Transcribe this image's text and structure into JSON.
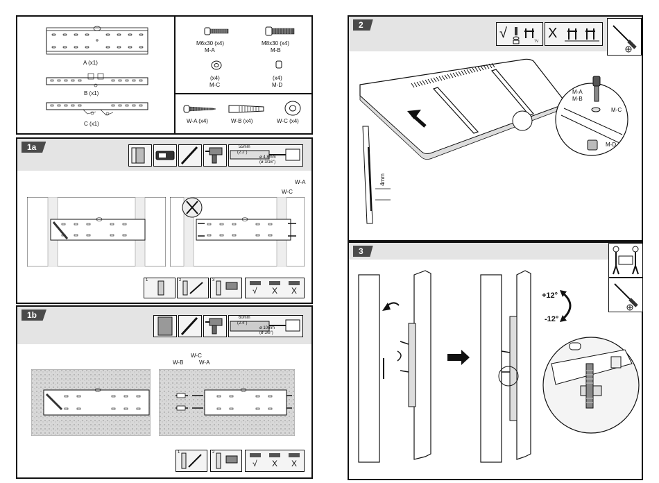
{
  "parts": {
    "bracket_a": "A (x1)",
    "bracket_b": "B (x1)",
    "bracket_c": "C (x1)",
    "m_a_line1": "M6x30 (x4)",
    "m_a_line2": "M-A",
    "m_b_line1": "M8x30 (x4)",
    "m_b_line2": "M-B",
    "m_c_line1": "(x4)",
    "m_c_line2": "M-C",
    "m_d_line1": "(x4)",
    "m_d_line2": "M-D",
    "w_a": "W-A (x4)",
    "w_b": "W-B (x4)",
    "w_c": "W-C (x4)"
  },
  "step_1a": {
    "number": "1a",
    "drill_len": "55mm",
    "drill_len_in": "(2.2\")",
    "drill_dia": "ø 4.8mm",
    "drill_dia_in": "(ø 3/16\")",
    "label_wa": "W-A",
    "label_wc": "W-C",
    "sub1": "1",
    "sub2": "2",
    "sub3": "3",
    "mark_ok": "√",
    "mark_x1": "X",
    "mark_x2": "X"
  },
  "step_1b": {
    "number": "1b",
    "drill_len": "60mm",
    "drill_len_in": "(2.4\")",
    "drill_dia": "ø 10mm",
    "drill_dia_in": "(ø 3/8\")",
    "label_wb": "W-B",
    "label_wc": "W-C",
    "label_wa": "W-A",
    "sub1": "1",
    "sub2": "2",
    "mark_ok": "√",
    "mark_x1": "X",
    "mark_x2": "X"
  },
  "step_2": {
    "number": "2",
    "label_ma": "M-A",
    "label_mb": "M-B",
    "label_mc": "M-C",
    "label_md": "M-D",
    "gap": "4mm",
    "check": "√",
    "cross": "X",
    "tv": "TV"
  },
  "step_3": {
    "number": "3",
    "tilt_up": "+12°",
    "tilt_down": "-12°"
  },
  "colors": {
    "band": "#e4e4e4",
    "tag": "#4a4a4a",
    "wall": "#d8d8d8"
  }
}
